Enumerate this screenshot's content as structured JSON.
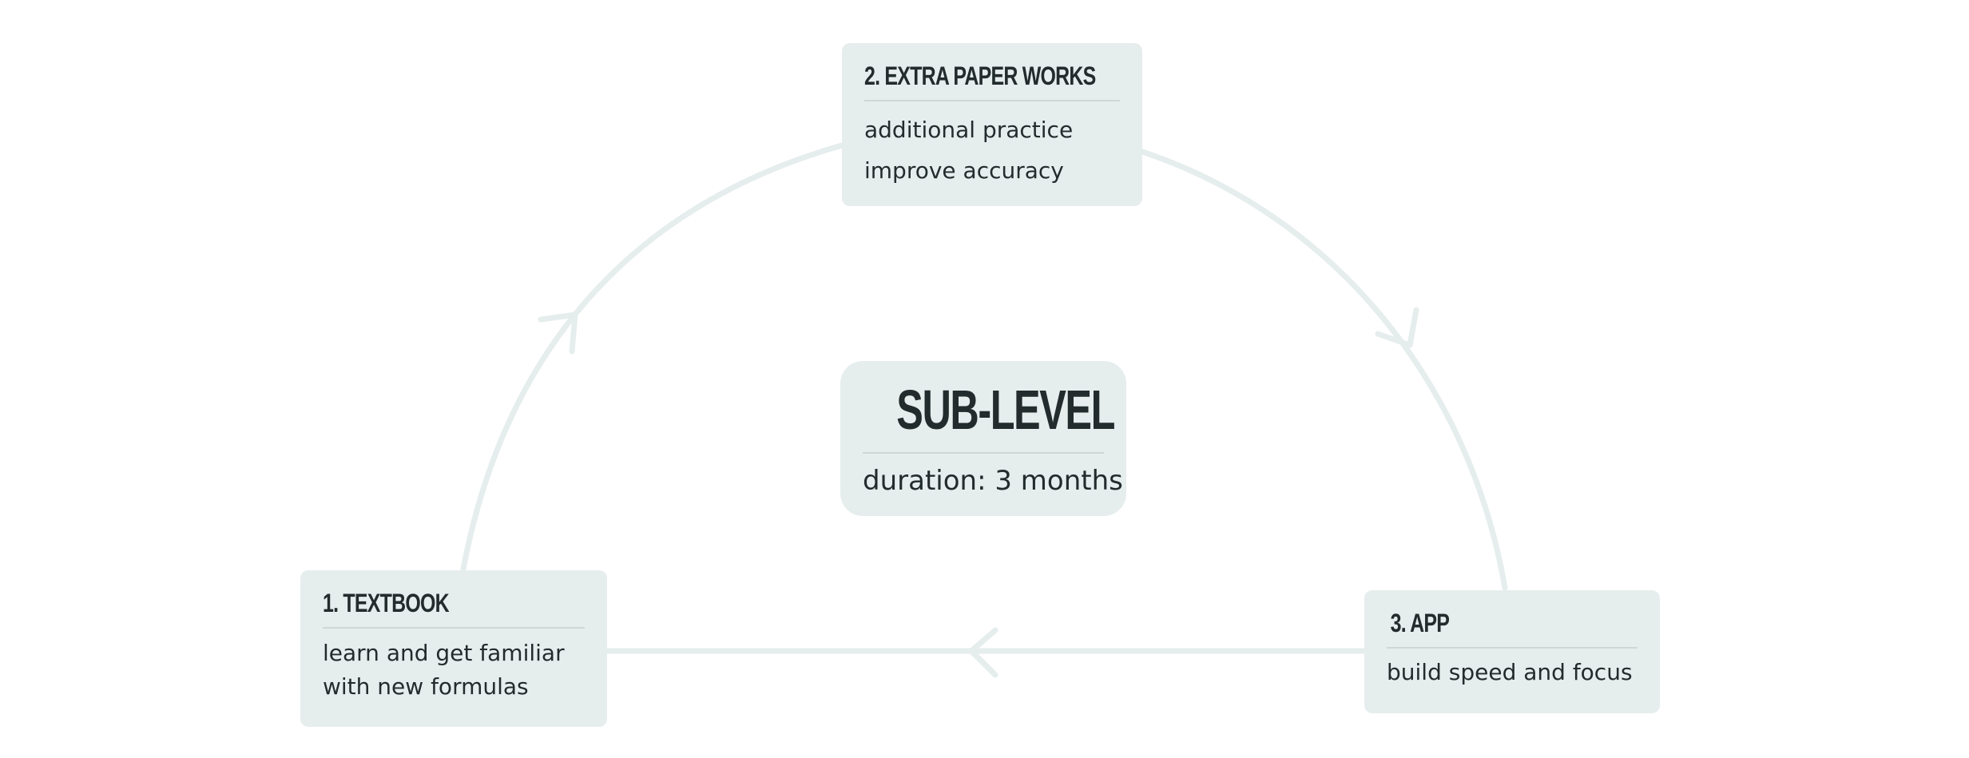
{
  "center": {
    "title": "SUB-LEVEL",
    "subtitle": "duration: 3 months"
  },
  "steps": [
    {
      "title": "1. TEXTBOOK",
      "lines": [
        "learn and get familiar",
        "with new formulas"
      ]
    },
    {
      "title": "2. EXTRA PAPER WORKS",
      "lines": [
        "additional practice",
        "improve accuracy"
      ]
    },
    {
      "title": "3. APP",
      "lines": [
        "build speed and focus"
      ]
    }
  ],
  "colors": {
    "box_fill": "#e6eded",
    "connector": "#e5eded",
    "text": "#222c2c"
  }
}
